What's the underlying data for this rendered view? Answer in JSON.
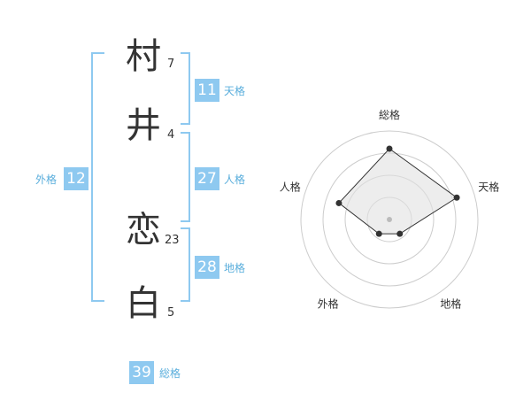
{
  "name_chars": [
    {
      "char": "村",
      "strokes": "7"
    },
    {
      "char": "井",
      "strokes": "4"
    },
    {
      "char": "恋",
      "strokes": "23"
    },
    {
      "char": "白",
      "strokes": "5"
    }
  ],
  "fortunes": {
    "tenkaku": {
      "value": "11",
      "label": "天格"
    },
    "jinkaku": {
      "value": "27",
      "label": "人格"
    },
    "chikaku": {
      "value": "28",
      "label": "地格"
    },
    "gaikaku": {
      "value": "12",
      "label": "外格"
    },
    "soukaku": {
      "value": "39",
      "label": "総格"
    }
  },
  "colors": {
    "accent": "#8ec9f0",
    "bracket": "#8ec9f0",
    "label": "#5aaedc"
  },
  "chart_data": {
    "type": "radar",
    "axes": [
      "総格",
      "天格",
      "地格",
      "外格",
      "人格"
    ],
    "values": [
      4,
      4,
      1,
      1,
      3
    ],
    "max": 5,
    "rings": 4,
    "grid": true
  }
}
